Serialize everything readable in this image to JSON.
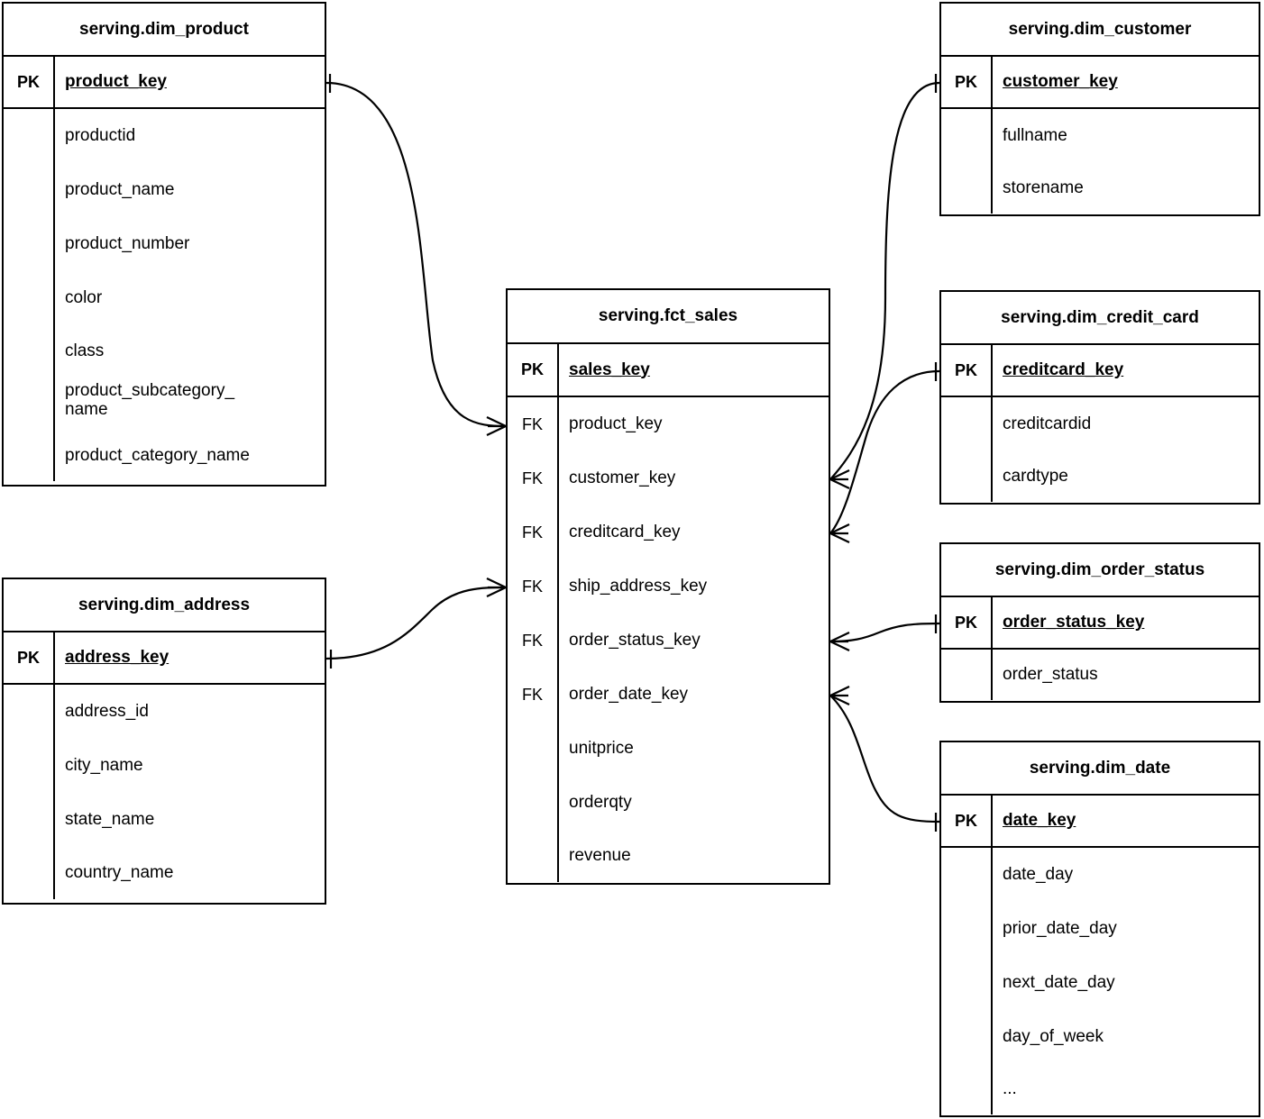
{
  "diagram": {
    "type": "entity-relationship-diagram",
    "notation": "crows-foot",
    "background_color": "#ffffff",
    "line_color": "#000000"
  },
  "entities": [
    {
      "id": "dim_product",
      "title": "serving.dim_product",
      "pk_label": "PK",
      "pk_field": "product_key",
      "fields": [
        "productid",
        "product_name",
        "product_number",
        "color",
        "class",
        "product_subcategory_\nname",
        "product_category_name"
      ]
    },
    {
      "id": "dim_address",
      "title": "serving.dim_address",
      "pk_label": "PK",
      "pk_field": "address_key",
      "fields": [
        "address_id",
        "city_name",
        "state_name",
        "country_name"
      ]
    },
    {
      "id": "fct_sales",
      "title": "serving.fct_sales",
      "pk_label": "PK",
      "pk_field": "sales_key",
      "fk_label": "FK",
      "fields": [
        {
          "key": "FK",
          "name": "product_key"
        },
        {
          "key": "FK",
          "name": "customer_key"
        },
        {
          "key": "FK",
          "name": "creditcard_key"
        },
        {
          "key": "FK",
          "name": "ship_address_key"
        },
        {
          "key": "FK",
          "name": "order_status_key"
        },
        {
          "key": "FK",
          "name": "order_date_key"
        },
        {
          "key": "",
          "name": "unitprice"
        },
        {
          "key": "",
          "name": "orderqty"
        },
        {
          "key": "",
          "name": "revenue"
        }
      ]
    },
    {
      "id": "dim_customer",
      "title": "serving.dim_customer",
      "pk_label": "PK",
      "pk_field": "customer_key",
      "fields": [
        "fullname",
        "storename"
      ]
    },
    {
      "id": "dim_credit_card",
      "title": "serving.dim_credit_card",
      "pk_label": "PK",
      "pk_field": "creditcard_key",
      "fields": [
        "creditcardid",
        "cardtype"
      ]
    },
    {
      "id": "dim_order_status",
      "title": "serving.dim_order_status",
      "pk_label": "PK",
      "pk_field": "order_status_key",
      "fields": [
        "order_status"
      ]
    },
    {
      "id": "dim_date",
      "title": "serving.dim_date",
      "pk_label": "PK",
      "pk_field": "date_key",
      "fields": [
        "date_day",
        "prior_date_day",
        "next_date_day",
        "day_of_week",
        "..."
      ]
    }
  ],
  "relationships": [
    {
      "from": "dim_product.product_key",
      "to": "fct_sales.product_key",
      "from_cardinality": "one",
      "to_cardinality": "many"
    },
    {
      "from": "dim_address.address_key",
      "to": "fct_sales.ship_address_key",
      "from_cardinality": "one",
      "to_cardinality": "many"
    },
    {
      "from": "dim_customer.customer_key",
      "to": "fct_sales.customer_key",
      "from_cardinality": "one",
      "to_cardinality": "many"
    },
    {
      "from": "dim_credit_card.creditcard_key",
      "to": "fct_sales.creditcard_key",
      "from_cardinality": "one",
      "to_cardinality": "many"
    },
    {
      "from": "dim_order_status.order_status_key",
      "to": "fct_sales.order_status_key",
      "from_cardinality": "one",
      "to_cardinality": "many"
    },
    {
      "from": "dim_date.date_key",
      "to": "fct_sales.order_date_key",
      "from_cardinality": "one",
      "to_cardinality": "many"
    }
  ]
}
